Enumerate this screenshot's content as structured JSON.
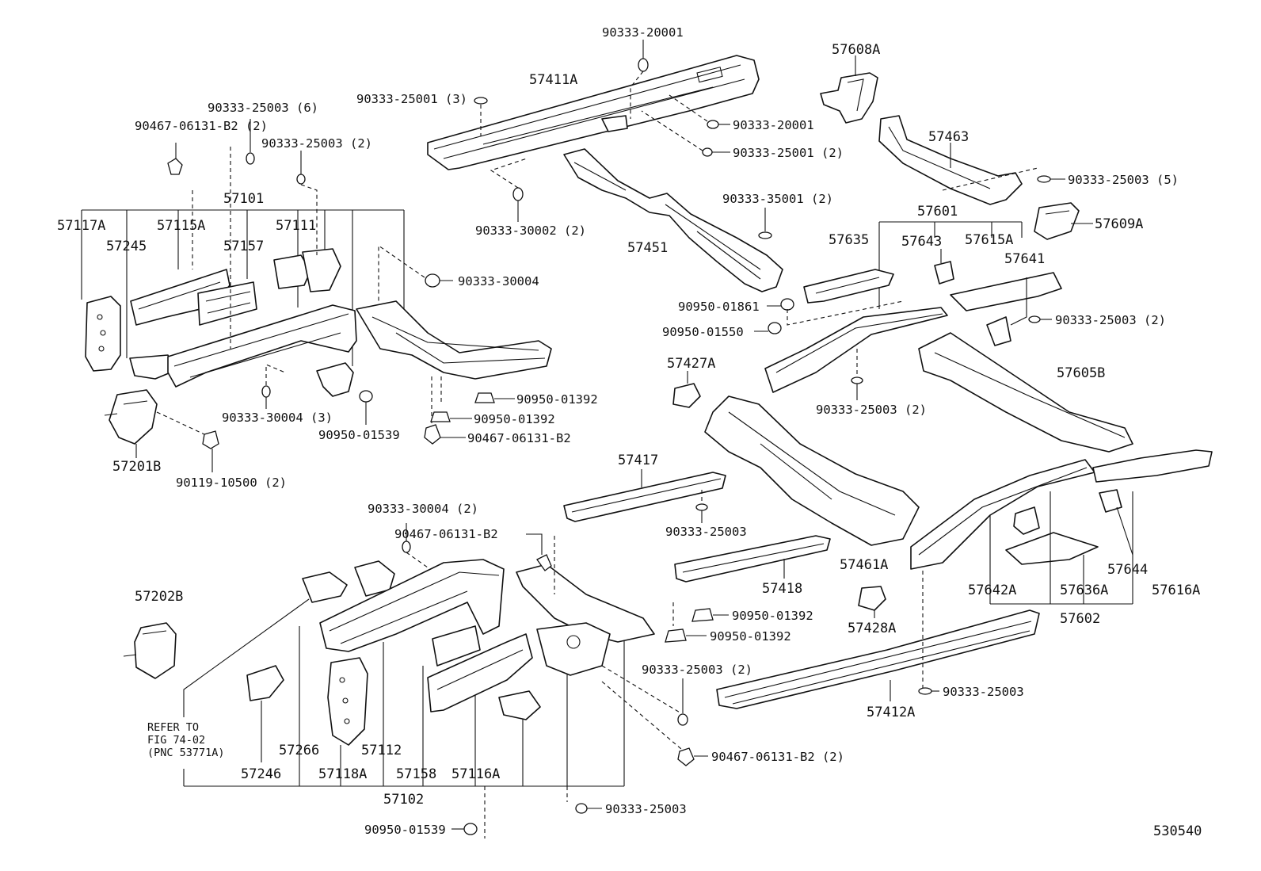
{
  "diagram_id": "530540",
  "reference_note": [
    "REFER TO",
    "FIG 74-02",
    "(PNC 53771A)"
  ],
  "labels": {
    "p90333_20001_top": "90333-20001",
    "p57608A": "57608A",
    "p57411A": "57411A",
    "p90333_25001_3": "90333-25001 (3)",
    "p90333_25003_6": "90333-25003 (6)",
    "p90467_06131_B2_2a": "90467-06131-B2 (2)",
    "p90333_25003_2a": "90333-25003 (2)",
    "p90333_20001_right": "90333-20001",
    "p90333_25001_2": "90333-25001 (2)",
    "p57463": "57463",
    "p90333_25003_5": "90333-25003 (5)",
    "p57101": "57101",
    "p57117A": "57117A",
    "p57115A": "57115A",
    "p57111": "57111",
    "p57245": "57245",
    "p57157": "57157",
    "p90333_30002_2": "90333-30002 (2)",
    "p57451": "57451",
    "p90333_35001_2": "90333-35001 (2)",
    "p57601": "57601",
    "p57609A": "57609A",
    "p57635": "57635",
    "p57643": "57643",
    "p57615A": "57615A",
    "p57641": "57641",
    "p90333_30004": "90333-30004",
    "p90950_01861": "90950-01861",
    "p90950_01550": "90950-01550",
    "p90333_25003_2b": "90333-25003 (2)",
    "p57427A": "57427A",
    "p90333_25003_2c": "90333-25003 (2)",
    "p57605B": "57605B",
    "p90333_30004_3": "90333-30004 (3)",
    "p90950_01392_a": "90950-01392",
    "p90950_01392_b": "90950-01392",
    "p90950_01539_a": "90950-01539",
    "p90467_06131_B2": "90467-06131-B2",
    "p57201B": "57201B",
    "p90119_10500_2": "90119-10500 (2)",
    "p57417": "57417",
    "p90333_25003_a": "90333-25003",
    "p90333_30004_2": "90333-30004 (2)",
    "p90467_06131_B2_b": "90467-06131-B2",
    "p57461A": "57461A",
    "p57644": "57644",
    "p57202B": "57202B",
    "p57418": "57418",
    "p57642A": "57642A",
    "p57636A": "57636A",
    "p57616A": "57616A",
    "p57602": "57602",
    "p90950_01392_c": "90950-01392",
    "p90950_01392_d": "90950-01392",
    "p57428A": "57428A",
    "p90333_25003_2d": "90333-25003 (2)",
    "p90333_25003_b": "90333-25003",
    "p57412A": "57412A",
    "p90467_06131_B2_2b": "90467-06131-B2 (2)",
    "p57246": "57246",
    "p57266": "57266",
    "p57118A": "57118A",
    "p57112": "57112",
    "p57158": "57158",
    "p57116A": "57116A",
    "p57102": "57102",
    "p90333_25003_c": "90333-25003",
    "p90950_01539_b": "90950-01539"
  }
}
